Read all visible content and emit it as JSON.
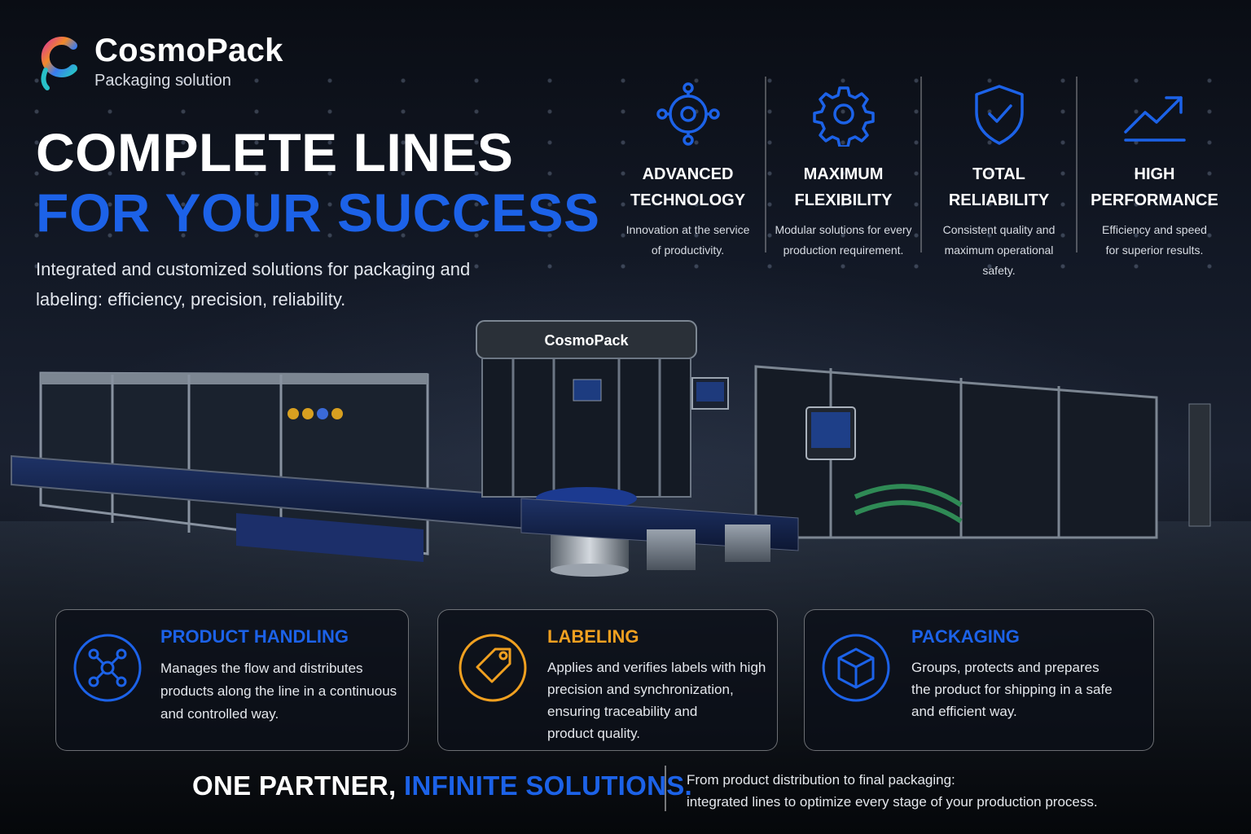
{
  "brand": {
    "name": "CosmoPack",
    "tagline": "Packaging solution"
  },
  "headline": {
    "line1": "COMPLETE LINES",
    "line2": "FOR YOUR SUCCESS"
  },
  "subtitle": "Integrated and customized solutions for packaging and labeling: efficiency, precision, reliability.",
  "features": [
    {
      "icon": "target-network-icon",
      "title_line1": "ADVANCED",
      "title_line2": "TECHNOLOGY",
      "desc_line1": "Innovation at the service",
      "desc_line2": "of productivity."
    },
    {
      "icon": "gear-icon",
      "title_line1": "MAXIMUM",
      "title_line2": "FLEXIBILITY",
      "desc_line1": "Modular solutions for every",
      "desc_line2": "production requirement."
    },
    {
      "icon": "shield-check-icon",
      "title_line1": "TOTAL",
      "title_line2": "RELIABILITY",
      "desc_line1": "Consistent quality and",
      "desc_line2": "maximum operational safety."
    },
    {
      "icon": "trend-up-icon",
      "title_line1": "HIGH",
      "title_line2": "PERFORMANCE",
      "desc_line1": "Efficiency and speed",
      "desc_line2": "for superior results."
    }
  ],
  "machine": {
    "brand_label": "CosmoPack"
  },
  "cards": [
    {
      "icon": "network-nodes-icon",
      "title": "PRODUCT HANDLING",
      "lines": [
        "Manages the flow and distributes",
        "products along the line in a continuous",
        "and controlled way."
      ],
      "accent": "#1c62e8"
    },
    {
      "icon": "tag-icon",
      "title": "LABELING",
      "lines": [
        "Applies and verifies labels with high",
        "precision and synchronization,",
        "ensuring traceability and",
        "product quality."
      ],
      "accent": "#f0a020"
    },
    {
      "icon": "box-icon",
      "title": "PACKAGING",
      "lines": [
        "Groups, protects and prepares",
        "the product for shipping in a safe",
        "and efficient way."
      ],
      "accent": "#1c62e8"
    }
  ],
  "bottom": {
    "slogan_white": "ONE PARTNER,",
    "slogan_blue": "INFINITE SOLUTIONS.",
    "text_line1": "From product distribution to final packaging:",
    "text_line2": "integrated lines to optimize every stage of your production process."
  },
  "colors": {
    "accent_blue": "#1c62e8",
    "accent_orange": "#f0a020",
    "background": "#0b0f17"
  }
}
